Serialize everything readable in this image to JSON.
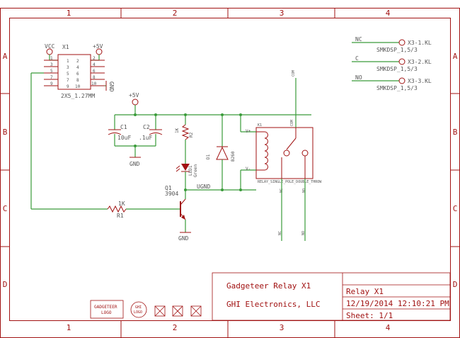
{
  "sheet": {
    "col_labels": [
      "1",
      "2",
      "3",
      "4"
    ],
    "row_labels": [
      "A",
      "B",
      "C",
      "D"
    ]
  },
  "connectors": {
    "vcc": "VCC",
    "p5v_top": "+5V",
    "x1_ref": "X1",
    "x1_value": "2X5_1.27MM",
    "x1_gnd": "GND",
    "x1_pins_left": [
      "1",
      "3",
      "5",
      "7",
      "9"
    ],
    "x1_pins_inner_left": [
      "1",
      "3",
      "5",
      "7",
      "9"
    ],
    "x1_pins_inner_right": [
      "2",
      "4",
      "6",
      "8",
      "10"
    ],
    "x1_pins_right": [
      "2",
      "4",
      "6",
      "8",
      "10"
    ]
  },
  "capacitors": {
    "p5v": "+5V",
    "c1_ref": "C1",
    "c1_value": "10uF",
    "c2_ref": "C2",
    "c2_value": ".1uF",
    "gnd": "GND"
  },
  "led": {
    "r2_value": "1K",
    "r2_ref": "R2",
    "led_ref": "LED1",
    "led_color": "Green"
  },
  "diode": {
    "ref": "D1",
    "value": "B260"
  },
  "transistor": {
    "ref": "Q1",
    "value": "3904",
    "gnd": "GND",
    "ugnd": "UGND"
  },
  "resistor_r1": {
    "value": "1K",
    "ref": "R1"
  },
  "relay": {
    "ref": "K1",
    "vplus": "V+",
    "vminus": "V-",
    "com": "COM",
    "nc": "NC",
    "no": "NO",
    "part": "RELAY_SINGLE_POLE_DOUBLE_THROW",
    "com_net": "COM",
    "nc_net": "NC",
    "no_net": "NO"
  },
  "terminals": [
    {
      "net": "NC",
      "ref": "X3-1.KL",
      "value": "SMKDSP_1,5/3"
    },
    {
      "net": "C",
      "ref": "X3-2.KL",
      "value": "SMKDSP_1,5/3"
    },
    {
      "net": "NO",
      "ref": "X3-3.KL",
      "value": "SMKDSP_1,5/3"
    }
  ],
  "logos": {
    "gadgeteer_line1": "GADGETEER",
    "gadgeteer_line2": "LOGO",
    "ghi_line1": "GHI",
    "ghi_line2": "LOGO"
  },
  "title_block": {
    "title": "Gadgeteer Relay X1",
    "company": "GHI Electronics, LLC",
    "name": "Relay X1",
    "date": "12/19/2014 12:10:21 PM",
    "sheet": "Sheet: 1/1"
  }
}
